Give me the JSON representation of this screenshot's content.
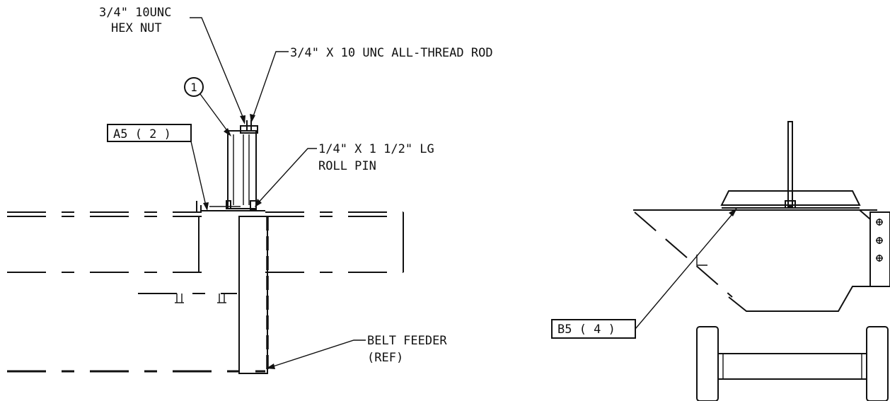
{
  "labels": {
    "hex_nut_line1": "3/4\" 10UNC",
    "hex_nut_line2": "HEX NUT",
    "rod": "3/4\" X 10 UNC ALL-THREAD ROD",
    "roll_pin_line1": "1/4\" X 1 1/2\" LG",
    "roll_pin_line2": "ROLL PIN",
    "belt_feeder_line1": "BELT FEEDER",
    "belt_feeder_line2": "(REF)"
  },
  "callouts": {
    "item_balloon": "1",
    "tag_a5": "A5 ( 2 )",
    "tag_b5": "B5 ( 4 )"
  }
}
